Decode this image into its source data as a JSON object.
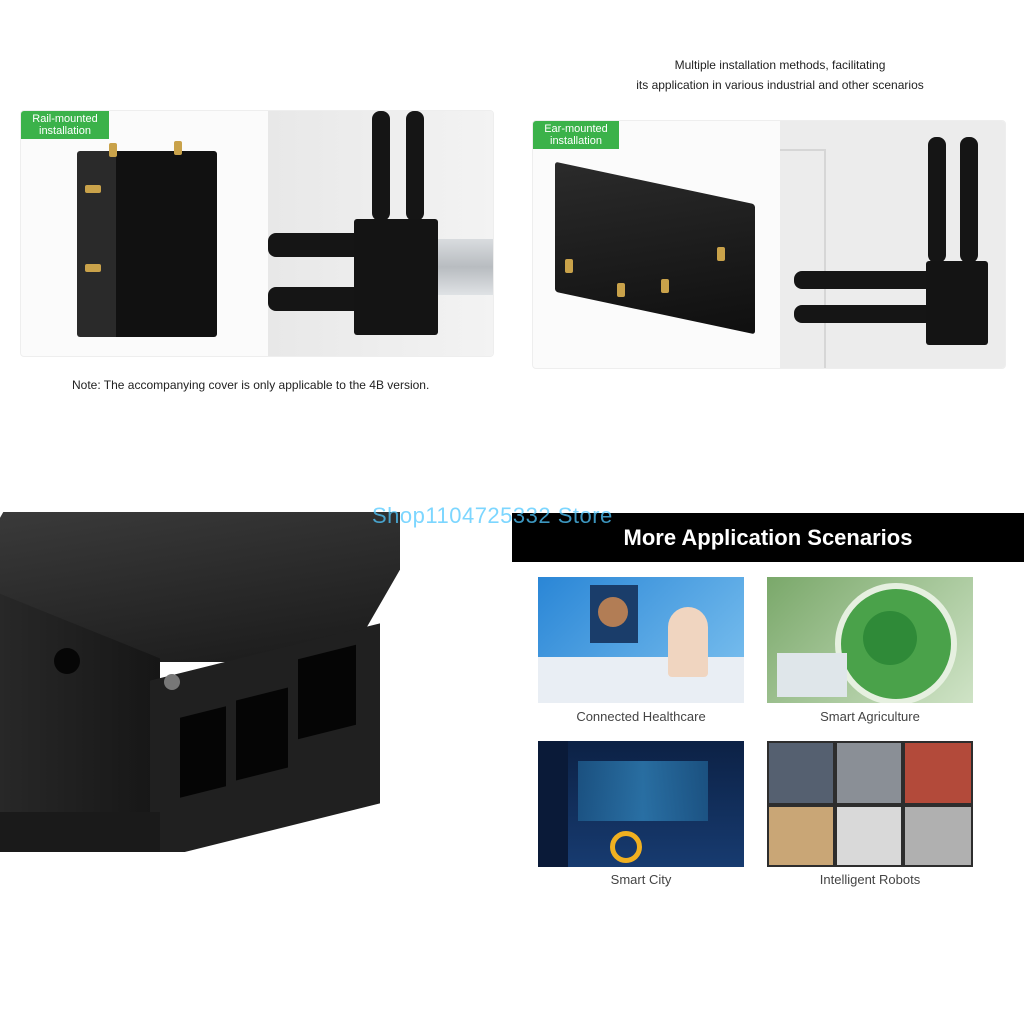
{
  "top_right_heading": {
    "line1": "Multiple installation methods, facilitating",
    "line2": "its application in various industrial and other scenarios"
  },
  "rail_panel": {
    "badge_line1": "Rail-mounted",
    "badge_line2": "installation"
  },
  "ear_panel": {
    "badge_line1": "Ear-mounted",
    "badge_line2": "installation"
  },
  "note": "Note: The accompanying cover is only applicable to the 4B version.",
  "watermark": "Shop1104725332 Store",
  "scenarios": {
    "title": "More Application Scenarios",
    "items": [
      {
        "label": "Connected Healthcare"
      },
      {
        "label": "Smart Agriculture"
      },
      {
        "label": "Smart City"
      },
      {
        "label": "Intelligent Robots"
      }
    ]
  },
  "colors": {
    "badge_green": "#3bb24a",
    "banner_black": "#000000",
    "watermark_cyan": "#50c8ff"
  }
}
